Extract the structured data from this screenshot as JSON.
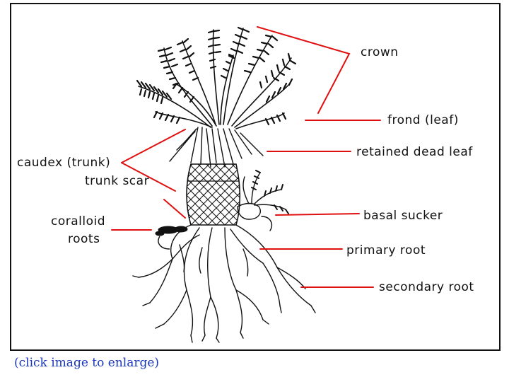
{
  "labels": {
    "crown": "crown",
    "frond": "frond (leaf)",
    "retained_dead_leaf": "retained dead leaf",
    "caudex": "caudex (trunk)",
    "trunk_scar": "trunk scar",
    "coralloid_line1": "coralloid",
    "coralloid_line2": "roots",
    "basal_sucker": "basal sucker",
    "primary_root": "primary root",
    "secondary_root": "secondary root"
  },
  "caption": "(click image to enlarge)",
  "colors": {
    "leader_line": "#e01010",
    "caption_link": "#1a37b8",
    "ink": "#111111"
  }
}
